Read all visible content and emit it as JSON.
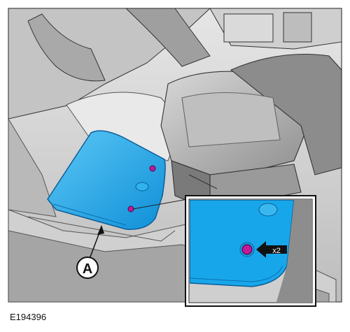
{
  "figure": {
    "id_label": "E194396",
    "callout_letter": "A",
    "quantity_label": "x2"
  },
  "colors": {
    "panel_gray": "#c9c9c9",
    "mat_blue": "#1aa5e8",
    "fastener_magenta": "#c2189a",
    "border": "#222222"
  },
  "icons": [
    "seat-icon",
    "floor-mat-icon",
    "fastener-icon",
    "arrow-icon"
  ]
}
